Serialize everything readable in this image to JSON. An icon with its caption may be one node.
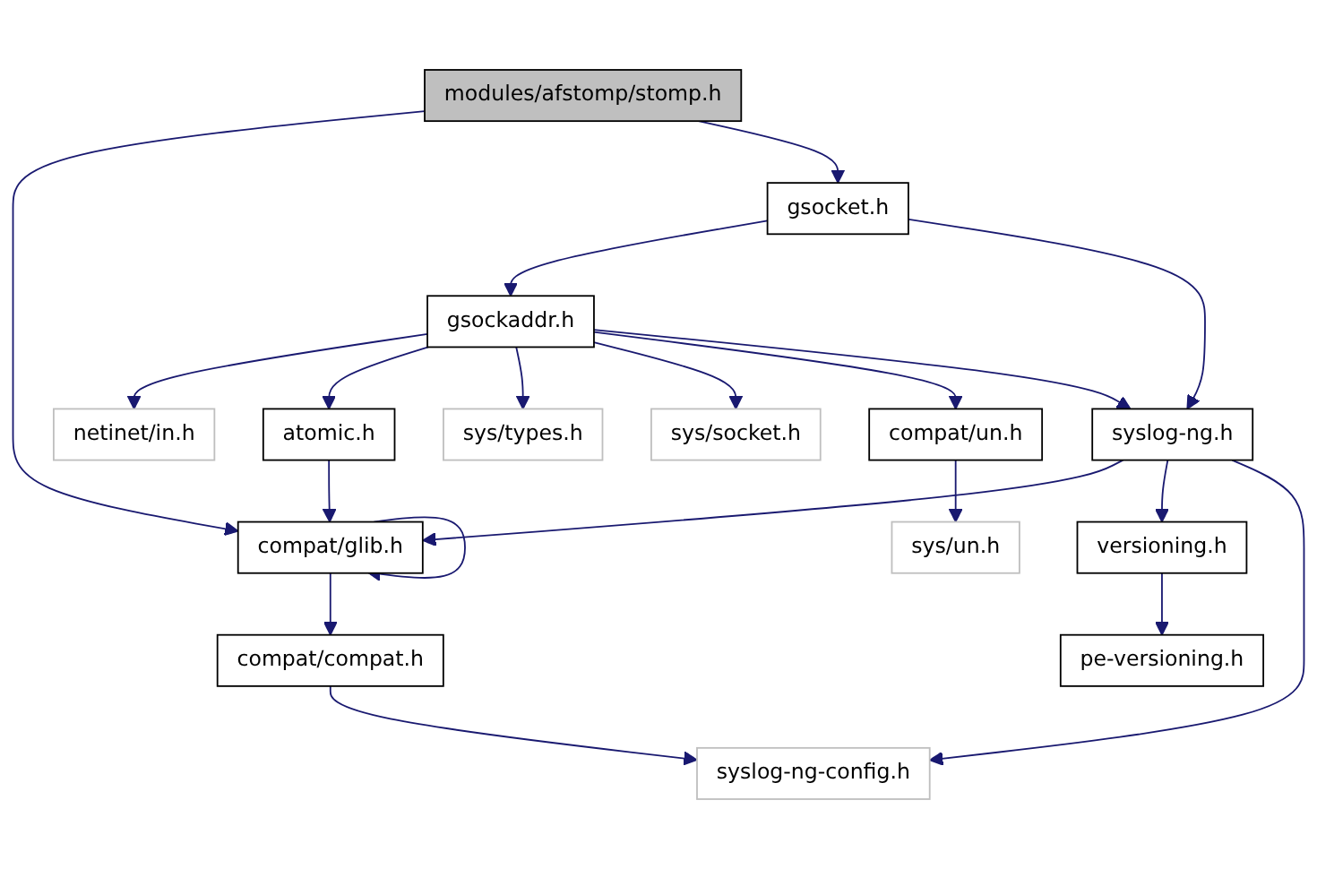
{
  "diagram": {
    "nodes": [
      {
        "text": [
          "modules/afstomp/stomp.h"
        ]
      },
      {
        "text": [
          "gsocket.h"
        ]
      },
      {
        "text": [
          "gsockaddr.h"
        ]
      },
      {
        "text": [
          "netinet/in.h"
        ]
      },
      {
        "text": [
          "atomic.h"
        ]
      },
      {
        "text": [
          "sys/types.h"
        ]
      },
      {
        "text": [
          "sys/socket.h"
        ]
      },
      {
        "text": [
          "compat/un.h"
        ]
      },
      {
        "text": [
          "syslog-ng.h"
        ]
      },
      {
        "text": [
          "compat/glib.h"
        ]
      },
      {
        "text": [
          "sys/un.h"
        ]
      },
      {
        "text": [
          "versioning.h"
        ]
      },
      {
        "text": [
          "compat/compat.h"
        ]
      },
      {
        "text": [
          "pe-versioning.h"
        ]
      },
      {
        "text": [
          "syslog-ng-config.h"
        ]
      }
    ],
    "edges": [
      {
        "from": 0,
        "to": 9,
        "arrow": "to"
      },
      {
        "from": 0,
        "to": 1,
        "arrow": "to"
      },
      {
        "from": 1,
        "to": 2,
        "arrow": "to"
      },
      {
        "from": 1,
        "to": 8,
        "arrow": "to"
      },
      {
        "from": 2,
        "to": 3,
        "arrow": "to"
      },
      {
        "from": 2,
        "to": 4,
        "arrow": "to"
      },
      {
        "from": 2,
        "to": 5,
        "arrow": "to"
      },
      {
        "from": 2,
        "to": 6,
        "arrow": "to"
      },
      {
        "from": 2,
        "to": 7,
        "arrow": "to"
      },
      {
        "from": 2,
        "to": 8,
        "arrow": "to"
      },
      {
        "from": 4,
        "to": 9,
        "arrow": "to"
      },
      {
        "from": 7,
        "to": 10,
        "arrow": "to"
      },
      {
        "from": 8,
        "to": 9,
        "arrow": "to"
      },
      {
        "from": 8,
        "to": 11,
        "arrow": "to"
      },
      {
        "from": 8,
        "to": 14,
        "arrow": "to"
      },
      {
        "from": 9,
        "to": 9,
        "arrow": "to"
      },
      {
        "from": 9,
        "to": 12,
        "arrow": "to"
      },
      {
        "from": 11,
        "to": 13,
        "arrow": "to"
      },
      {
        "from": 12,
        "to": 14,
        "arrow": "to"
      }
    ]
  }
}
